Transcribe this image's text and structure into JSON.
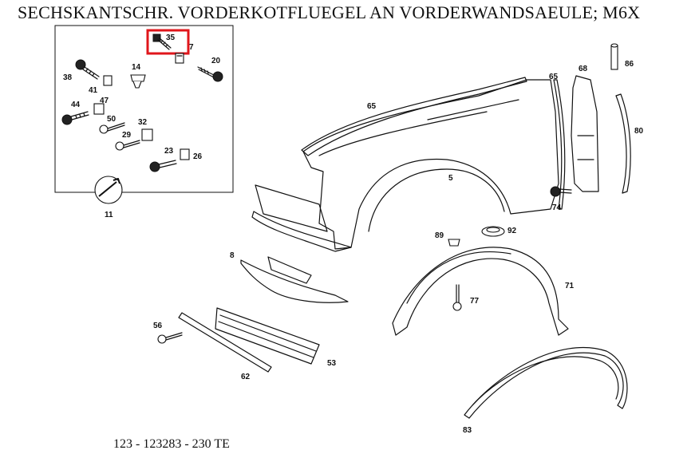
{
  "title": "SECHSKANTSCHR. VORDERKOTFLUEGEL AN VORDERWANDSAEULE; M6X",
  "footer": "123 - 123283 - 230 TE",
  "highlight_color": "#e0161b",
  "highlighted_part": "35",
  "callouts": {
    "p35": "35",
    "p7": "7",
    "p20": "20",
    "p14": "14",
    "p38": "38",
    "p41": "41",
    "p44": "44",
    "p47": "47",
    "p50": "50",
    "p32": "32",
    "p29": "29",
    "p23": "23",
    "p26": "26",
    "p11": "11",
    "p65a": "65",
    "p65b": "65",
    "p68": "68",
    "p86": "86",
    "p80": "80",
    "p5": "5",
    "p74": "74",
    "p89": "89",
    "p92": "92",
    "p8": "8",
    "p77": "77",
    "p71": "71",
    "p56": "56",
    "p53": "53",
    "p62": "62",
    "p83": "83"
  }
}
